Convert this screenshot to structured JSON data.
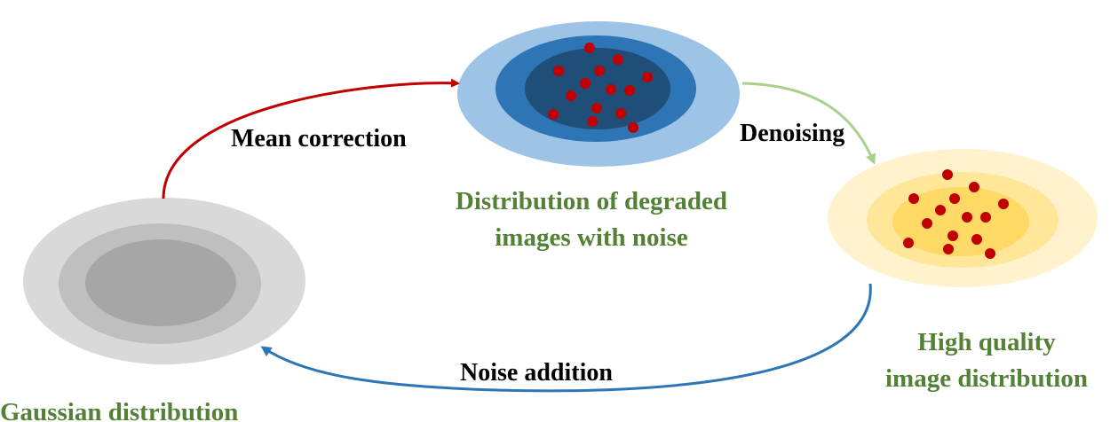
{
  "nodes": {
    "degraded": {
      "label_line1": "Distribution of degraded",
      "label_line2": "images with noise",
      "colors": [
        "#9DC3E6",
        "#2E75B6",
        "#1F4E79"
      ]
    },
    "high_quality": {
      "label_line1": "High quality",
      "label_line2": "image distribution",
      "colors": [
        "#FFF2CC",
        "#FFE699",
        "#FFD966"
      ]
    },
    "gaussian": {
      "label": "Gaussian distribution",
      "colors": [
        "#D9D9D9",
        "#BFBFBF",
        "#A6A6A6"
      ]
    }
  },
  "edges": {
    "mean_correction": {
      "label": "Mean correction",
      "color": "#C00000"
    },
    "denoising": {
      "label": "Denoising",
      "color": "#A9D18E"
    },
    "noise_addition": {
      "label": "Noise addition",
      "color": "#2E75B6"
    }
  },
  "colors": {
    "sample_dot": "#C00000",
    "node_label": "#538135",
    "edge_label": "#000000"
  }
}
